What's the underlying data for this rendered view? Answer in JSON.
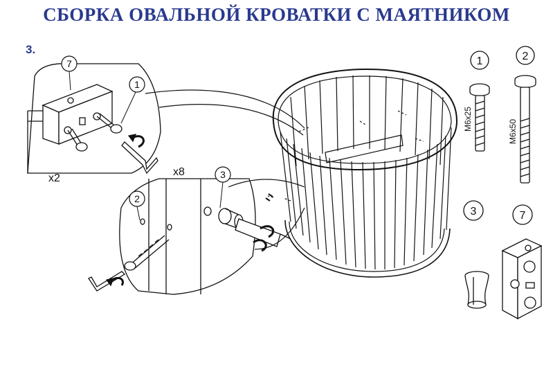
{
  "title": "СБОРКА ОВАЛЬНОЙ КРОВАТКИ С МАЯТНИКОМ",
  "step_number": "3.",
  "callouts": {
    "part_7": "7",
    "part_1": "1",
    "part_2": "2",
    "part_3": "3",
    "qty_x2": "x2",
    "qty_x8": "x8"
  },
  "parts_legend": [
    {
      "number": "1",
      "spec": "M6x25"
    },
    {
      "number": "2",
      "spec": "M6x50"
    },
    {
      "number": "3",
      "spec": ""
    },
    {
      "number": "7",
      "spec": ""
    }
  ],
  "colors": {
    "title": "#2a3a8e",
    "line": "#111111"
  }
}
